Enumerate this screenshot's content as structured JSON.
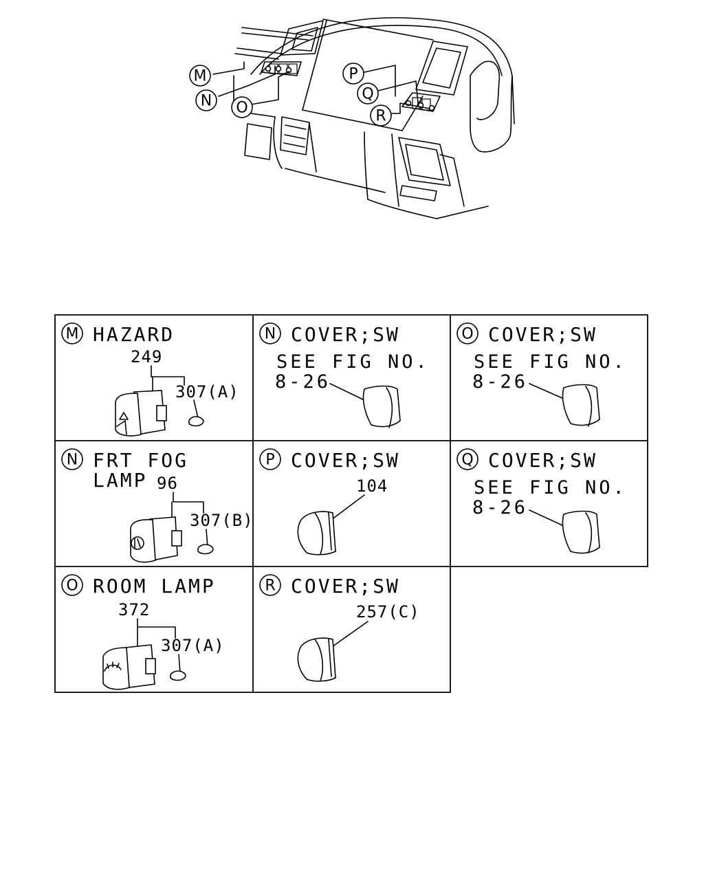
{
  "overview": {
    "callouts": [
      "M",
      "N",
      "O",
      "P",
      "Q",
      "R"
    ]
  },
  "cells": [
    {
      "letter": "M",
      "title": "HAZARD",
      "title2": "",
      "note1": "",
      "note2": "",
      "parts": [
        "249",
        "307(A)"
      ]
    },
    {
      "letter": "N",
      "title": "COVER;SW",
      "title2": "",
      "note1": "SEE FIG NO.",
      "note2": "8-26",
      "parts": []
    },
    {
      "letter": "O",
      "title": "COVER;SW",
      "title2": "",
      "note1": "SEE FIG NO.",
      "note2": "8-26",
      "parts": []
    },
    {
      "letter": "N",
      "title": "FRT FOG",
      "title2": "LAMP",
      "note1": "",
      "note2": "",
      "parts": [
        "96",
        "307(B)"
      ]
    },
    {
      "letter": "P",
      "title": "COVER;SW",
      "title2": "",
      "note1": "",
      "note2": "",
      "parts": [
        "104"
      ]
    },
    {
      "letter": "Q",
      "title": "COVER;SW",
      "title2": "",
      "note1": "SEE FIG NO.",
      "note2": "8-26",
      "parts": []
    },
    {
      "letter": "O",
      "title": "ROOM LAMP",
      "title2": "",
      "note1": "",
      "note2": "",
      "parts": [
        "372",
        "307(A)"
      ]
    },
    {
      "letter": "R",
      "title": "COVER;SW",
      "title2": "",
      "note1": "",
      "note2": "",
      "parts": [
        "257(C)"
      ]
    }
  ]
}
